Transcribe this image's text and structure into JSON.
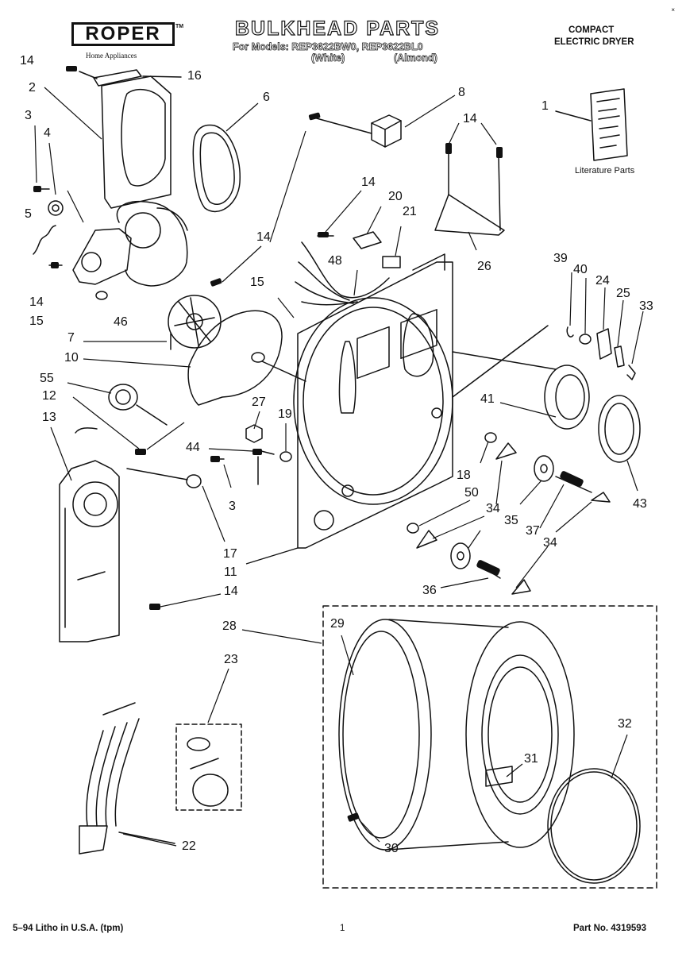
{
  "header": {
    "brand": "ROPER",
    "brand_tm": "TM",
    "brand_subtitle": "Home Appliances",
    "title": "BULKHEAD PARTS",
    "models_line": "For Models: REP3622BW0, REP3622BL0",
    "variant_white": "(White)",
    "variant_almond": "(Almond)",
    "product_line1": "COMPACT",
    "product_line2": "ELECTRIC DRYER"
  },
  "literature": {
    "label": "Literature Parts",
    "callout": "1"
  },
  "callouts": [
    "14",
    "16",
    "2",
    "6",
    "3",
    "4",
    "5",
    "14",
    "15",
    "46",
    "7",
    "10",
    "55",
    "12",
    "13",
    "8",
    "14",
    "14",
    "20",
    "21",
    "26",
    "48",
    "14",
    "15",
    "27",
    "19",
    "44",
    "3",
    "17",
    "11",
    "14",
    "39",
    "40",
    "24",
    "25",
    "33",
    "41",
    "43",
    "18",
    "50",
    "34",
    "35",
    "37",
    "34",
    "36",
    "28",
    "29",
    "23",
    "22",
    "31",
    "32",
    "30"
  ],
  "footer": {
    "litho": "5–94 Litho in U.S.A. (tpm)",
    "page": "1",
    "part_no": "Part No. 4319593"
  },
  "corner_mark": "×"
}
